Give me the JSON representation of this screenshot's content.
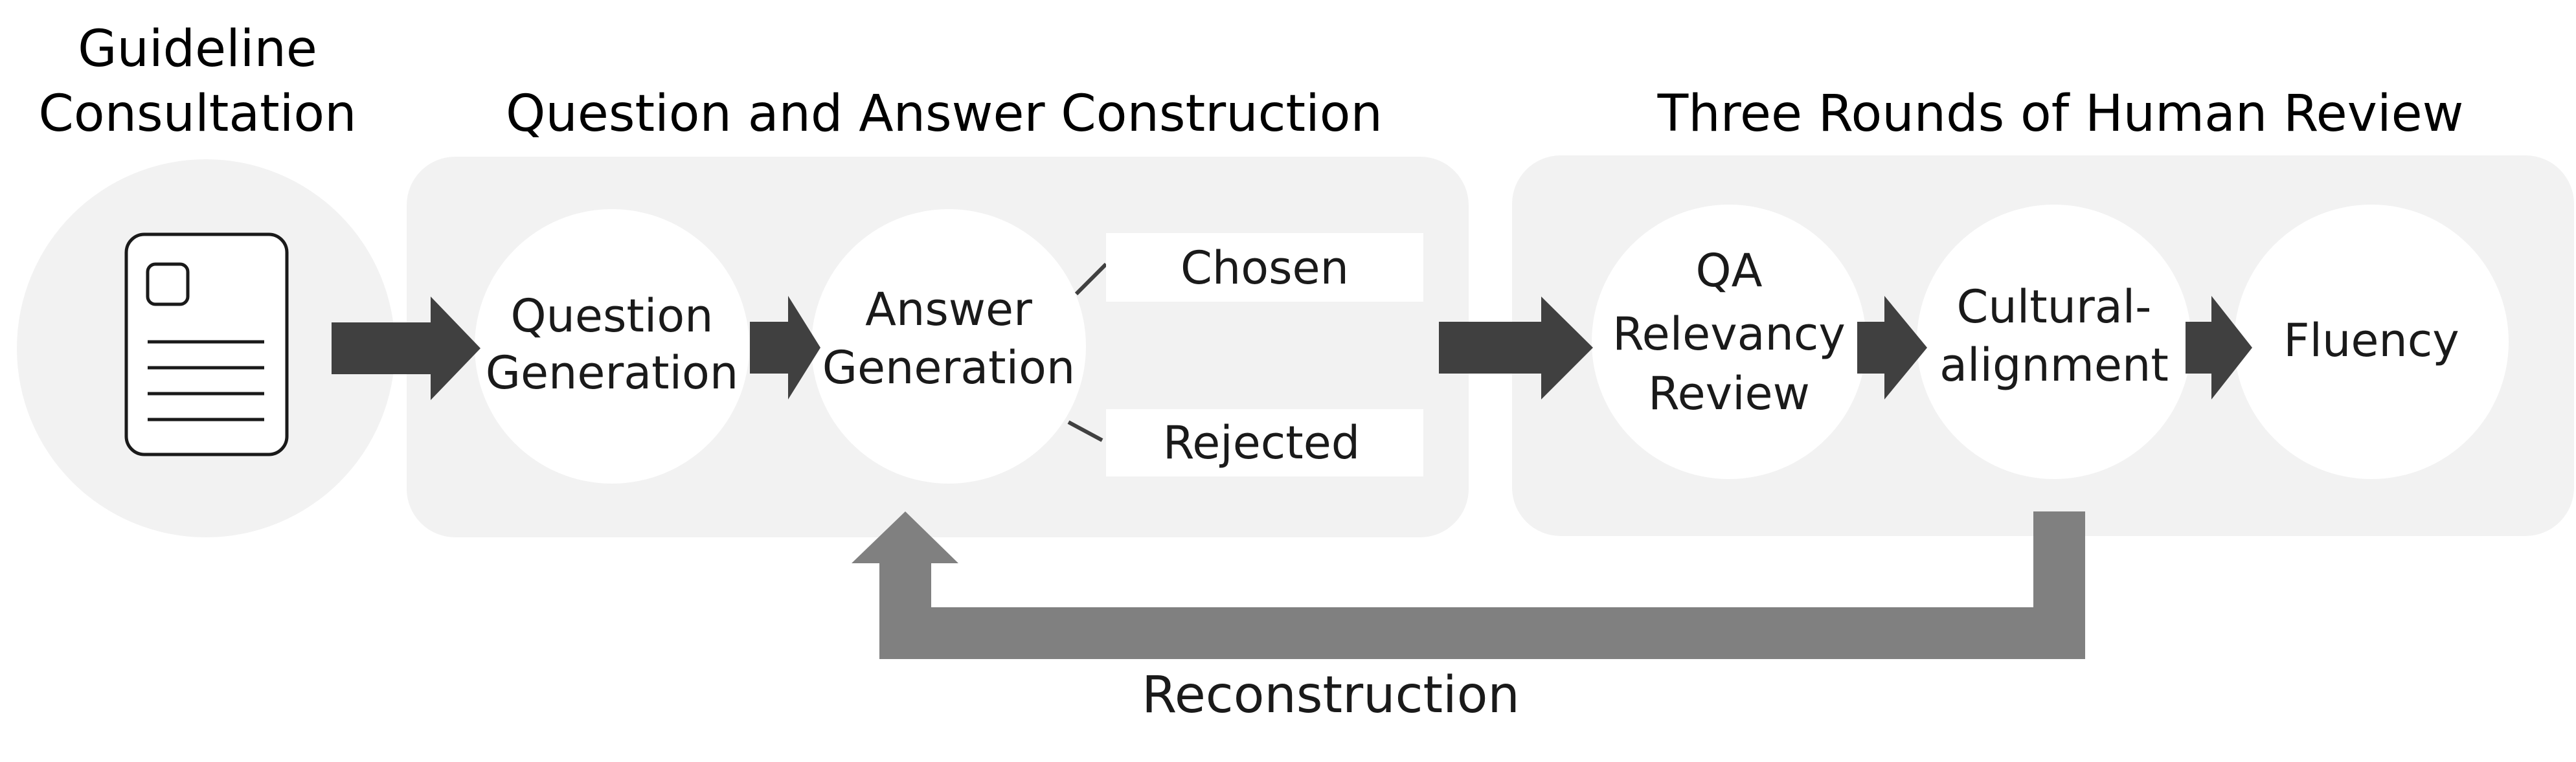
{
  "stages": {
    "guideline": {
      "title_line1": "Guideline",
      "title_line2": "Consultation",
      "icon": "document-icon"
    },
    "construction": {
      "title": "Question and Answer Construction",
      "question_line1": "Question",
      "question_line2": "Generation",
      "answer_line1": "Answer",
      "answer_line2": "Generation",
      "chosen": "Chosen",
      "rejected": "Rejected"
    },
    "review": {
      "title": "Three Rounds of Human Review",
      "qa_line1": "QA",
      "qa_line2": "Relevancy",
      "qa_line3": "Review",
      "cultural_line1": "Cultural-",
      "cultural_line2": "alignment",
      "fluency": "Fluency"
    }
  },
  "feedback": {
    "label": "Reconstruction"
  },
  "colors": {
    "panel": "#f2f2f2",
    "node": "#ffffff",
    "arrow": "#404040",
    "feedback_arrow": "#808080",
    "text": "#1a1a1a"
  }
}
